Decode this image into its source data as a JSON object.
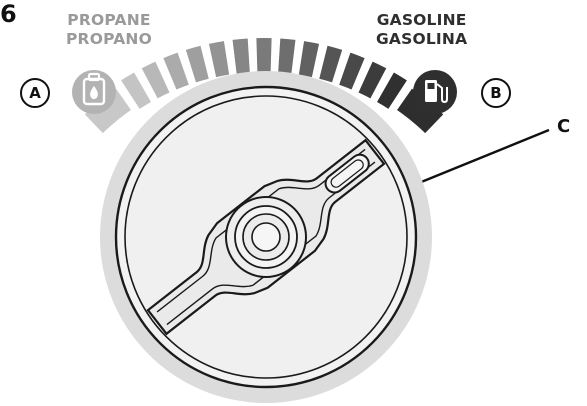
{
  "figure_number": "6",
  "propane": {
    "line1": "PROPANE",
    "line2": "PROPANO",
    "marker": "A",
    "icon": "propane-tank-icon",
    "color": "#9a9a9a"
  },
  "gasoline": {
    "line1": "GASOLINE",
    "line2": "GASOLINA",
    "marker": "B",
    "icon": "fuel-pump-icon",
    "color": "#2f2f2f"
  },
  "callout": {
    "label": "C"
  },
  "colors": {
    "knob_ring": "#dcdcdc",
    "knob_face": "#f0f0f0",
    "outline": "#1a1a1a",
    "arc_light": "#b0b0b0",
    "arc_dark": "#333333"
  }
}
